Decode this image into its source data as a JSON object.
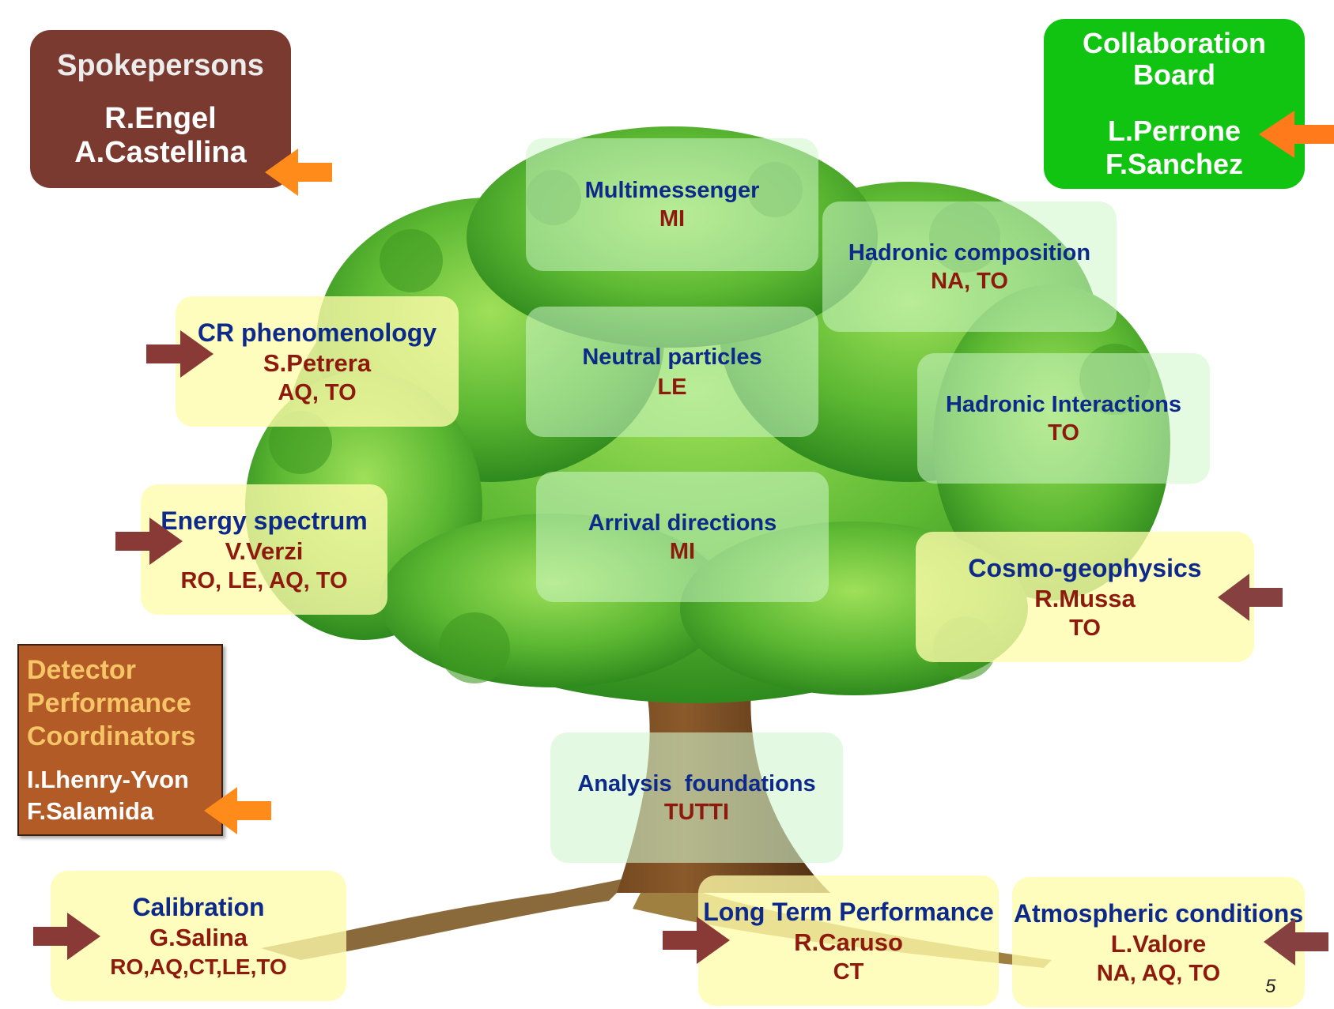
{
  "spokepersons": {
    "title": "Spokepersons",
    "name1": "R.Engel",
    "name2": "A.Castellina"
  },
  "collab_board": {
    "title1": "Collaboration",
    "title2": "Board",
    "name1": "L.Perrone",
    "name2": "F.Sanchez"
  },
  "dpc": {
    "line1": "Detector",
    "line2": "Performance",
    "line3": "Coordinators",
    "name1": "I.Lhenry-Yvon",
    "name2": "F.Salamida"
  },
  "groups": {
    "multimessenger": {
      "title": "Multimessenger",
      "sites": "MI"
    },
    "hadronic_composition": {
      "title": "Hadronic composition",
      "sites": "NA, TO"
    },
    "cr_phenomenology": {
      "title": "CR phenomenology",
      "leader": "S.Petrera",
      "sites": "AQ, TO"
    },
    "neutral_particles": {
      "title": "Neutral particles",
      "sites": "LE"
    },
    "hadronic_interactions": {
      "title": "Hadronic Interactions",
      "sites": "TO"
    },
    "energy_spectrum": {
      "title": "Energy spectrum",
      "leader": "V.Verzi",
      "sites": "RO, LE, AQ, TO"
    },
    "arrival_directions": {
      "title": "Arrival directions",
      "sites": "MI"
    },
    "cosmo_geophysics": {
      "title": "Cosmo-geophysics",
      "leader": "R.Mussa",
      "sites": "TO"
    },
    "analysis_foundations": {
      "title": "Analysis  foundations",
      "sites": "TUTTI"
    },
    "calibration": {
      "title": "Calibration",
      "leader": "G.Salina",
      "sites": "RO,AQ,CT,LE,TO"
    },
    "long_term": {
      "title": "Long Term Performance",
      "leader": "R.Caruso",
      "sites": "CT"
    },
    "atmospheric": {
      "title": "Atmospheric conditions",
      "leader": "L.Valore",
      "sites": "NA, AQ, TO"
    }
  },
  "slide_number": "5",
  "colors": {
    "brown_box": "#7a3a30",
    "green_box": "#12c412",
    "orange_box": "#b25b26",
    "blue_text": "#0d2a8a",
    "red_text": "#8e1a0e",
    "arrow_orange": "#ff8c1a",
    "arrow_red": "#8a3a36",
    "arrow_maroon": "#874040"
  }
}
